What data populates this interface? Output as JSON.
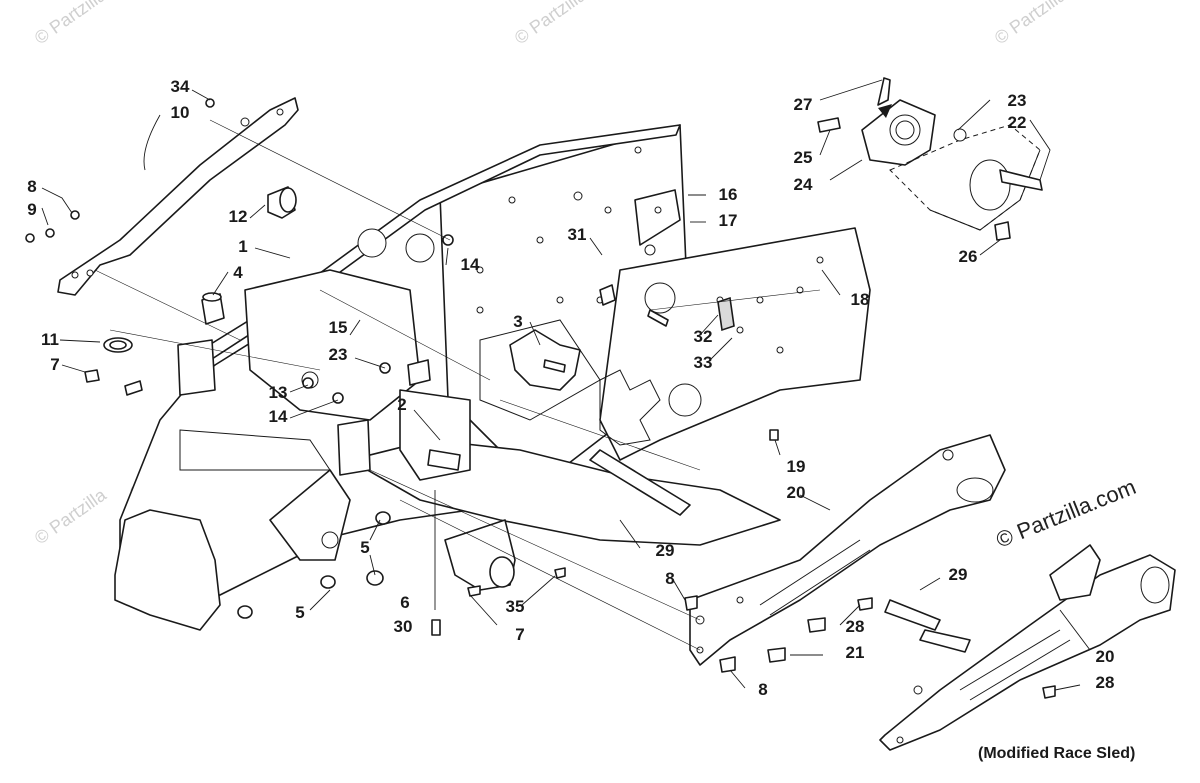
{
  "watermarks": {
    "faint_text": "© Partzilla",
    "main_text": "© Partzilla.com"
  },
  "note": "(Modified Race Sled)",
  "callouts": {
    "c34": "34",
    "c10": "10",
    "c8a": "8",
    "c9": "9",
    "c12": "12",
    "c1": "1",
    "c4": "4",
    "c11": "11",
    "c7a": "7",
    "c15": "15",
    "c23a": "23",
    "c13": "13",
    "c14a": "14",
    "c14b": "14",
    "c2": "2",
    "c3": "3",
    "c31": "31",
    "c16": "16",
    "c17": "17",
    "c18": "18",
    "c32": "32",
    "c33": "33",
    "c27": "27",
    "c25": "25",
    "c24": "24",
    "c23b": "23",
    "c22": "22",
    "c26": "26",
    "c19": "19",
    "c20a": "20",
    "c5a": "5",
    "c5b": "5",
    "c6": "6",
    "c30": "30",
    "c35": "35",
    "c7b": "7",
    "c29a": "29",
    "c8b": "8",
    "c8c": "8",
    "c28a": "28",
    "c21": "21",
    "c29b": "29",
    "c20b": "20",
    "c28b": "28"
  }
}
